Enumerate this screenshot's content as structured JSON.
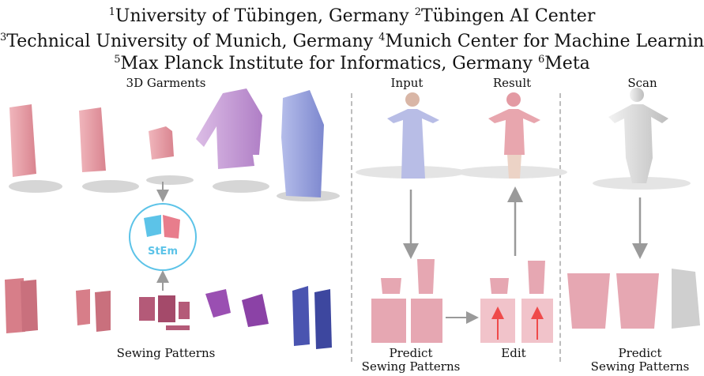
{
  "affiliations": [
    {
      "num": "1",
      "text": "University of Tübingen, Germany"
    },
    {
      "num": "2",
      "text": "Tübingen AI Center"
    },
    {
      "num": "3",
      "text": "Technical University of Munich, Germany"
    },
    {
      "num": "4",
      "text": "Munich Center for Machine Learning"
    },
    {
      "num": "5",
      "text": "Max Planck Institute for Informatics, Germany"
    },
    {
      "num": "6",
      "text": "Meta"
    }
  ],
  "labels": {
    "garments": "3D Garments",
    "input": "Input",
    "result": "Result",
    "scan": "Scan",
    "sewing_patterns": "Sewing Patterns",
    "predict_1": "Predict",
    "predict_1b": "Sewing Patterns",
    "edit": "Edit",
    "predict_2": "Predict",
    "predict_2b": "Sewing Patterns"
  },
  "logo": {
    "text": "StEm"
  },
  "colors": {
    "pink": "#e39aa3",
    "pink_dark": "#b45a78",
    "purple": "#c79bd6",
    "purple_dark": "#9a4fb2",
    "blue": "#9aa6dc",
    "blue_dark": "#4a54b0",
    "logo_ring": "#5cc3e8",
    "arrow_gray": "#9a9a9a",
    "edit_arrow": "#ef4a4a"
  }
}
